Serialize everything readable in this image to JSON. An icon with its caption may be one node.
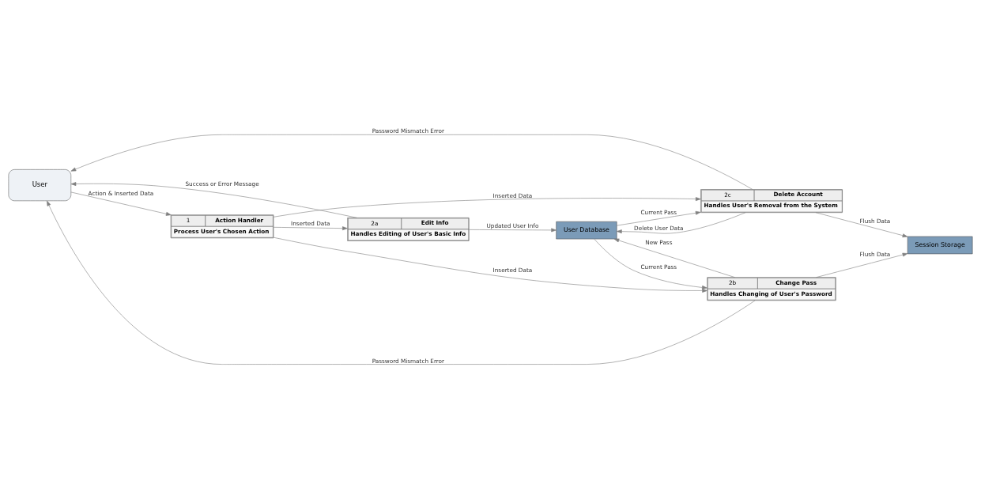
{
  "diagram": {
    "nodes": [
      {
        "text": [
          "User"
        ]
      },
      {
        "text": [
          "1",
          "Action Handler",
          "Process User's Chosen Action"
        ]
      },
      {
        "text": [
          "2a",
          "Edit Info",
          "Handles Editing of User's Basic Info"
        ]
      },
      {
        "text": [
          "2b",
          "Change Pass",
          "Handles Changing of User's Password"
        ]
      },
      {
        "text": [
          "User Database"
        ]
      },
      {
        "text": [
          "Session Storage"
        ]
      },
      {
        "text": [
          "2c",
          "Delete Account",
          "Handles User's Removal from the System"
        ]
      }
    ],
    "edges": [
      {
        "from": 2,
        "to": 0,
        "arrow": "to",
        "label": "Success or Error Message"
      },
      {
        "from": 1,
        "to": 2,
        "arrow": "to",
        "label": "Inserted Data"
      },
      {
        "from": 3,
        "to": 0,
        "arrow": "to",
        "label": "Password Mismatch Error"
      },
      {
        "from": 0,
        "to": 1,
        "arrow": "to",
        "label": "Action & Inserted Data"
      },
      {
        "from": 1,
        "to": 3,
        "arrow": "to",
        "label": "Inserted Data"
      },
      {
        "from": 3,
        "to": 4,
        "arrow": "to",
        "label": "New Pass"
      },
      {
        "from": 2,
        "to": 4,
        "arrow": "to",
        "label": "Updated User Info"
      },
      {
        "from": 4,
        "to": 3,
        "arrow": "to",
        "label": "Current Pass"
      },
      {
        "from": 3,
        "to": 5,
        "arrow": "to",
        "label": "Flush Data"
      },
      {
        "from": 6,
        "to": 5,
        "arrow": "to",
        "label": "Flush Data"
      },
      {
        "from": 1,
        "to": 6,
        "arrow": "to",
        "label": "Inserted Data"
      },
      {
        "from": 4,
        "to": 6,
        "arrow": "to",
        "label": "Current Pass"
      },
      {
        "from": 6,
        "to": 0,
        "arrow": "to",
        "label": "Password Mismatch Error"
      },
      {
        "from": 6,
        "to": 4,
        "arrow": "to",
        "label": "Delete User Data"
      }
    ]
  }
}
